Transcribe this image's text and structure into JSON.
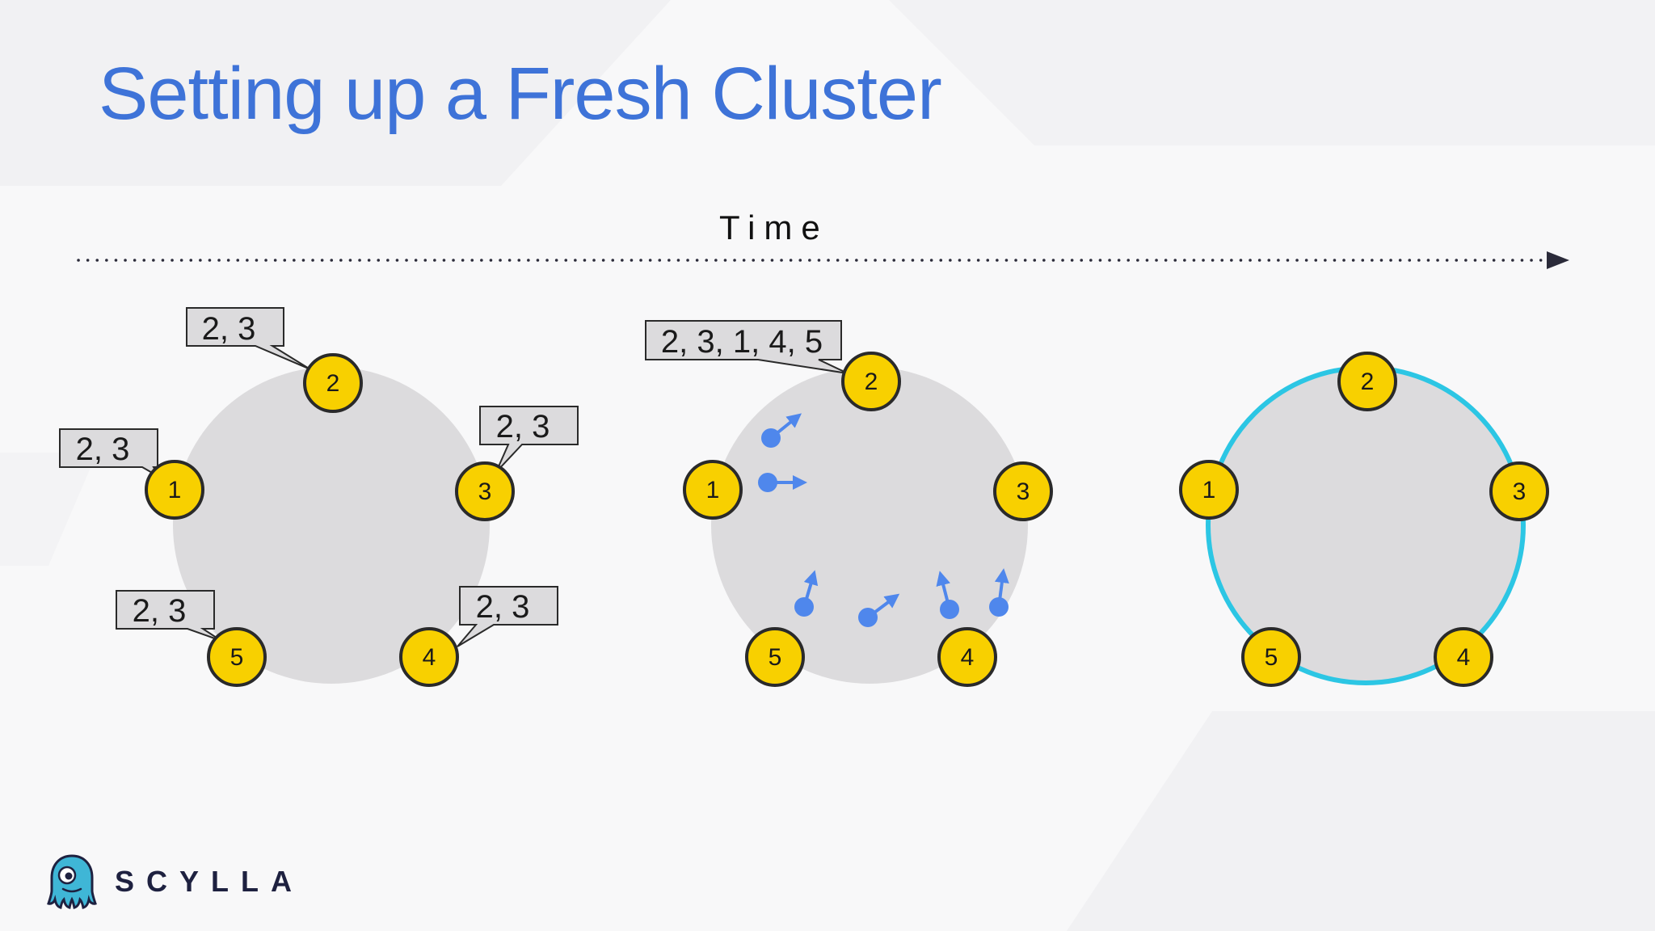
{
  "slide": {
    "title": "Setting up a Fresh Cluster",
    "time_label": "Time"
  },
  "logo": {
    "wordmark": "SCYLLA",
    "icon": "scylla-monster-icon"
  },
  "colors": {
    "title": "#3e73d8",
    "node_fill": "#f8d000",
    "node_stroke": "#2a2a2a",
    "ring_fill": "#dcdbdd",
    "ring_stroke_final": "#2cc6e4",
    "gossip_dots": "#4f87ec",
    "callout_fill": "#dcdbdd",
    "logo_teal": "#3fb6d6",
    "logo_text": "#1e2140"
  },
  "stages": [
    {
      "nodes": [
        "1",
        "2",
        "3",
        "4",
        "5"
      ],
      "callouts": {
        "n1": "2, 3",
        "n2": "2, 3",
        "n3": "2, 3",
        "n4": "2, 3",
        "n5": "2, 3"
      }
    },
    {
      "nodes": [
        "1",
        "2",
        "3",
        "4",
        "5"
      ],
      "callouts": {
        "n2": "2, 3, 1, 4, 5"
      }
    },
    {
      "nodes": [
        "1",
        "2",
        "3",
        "4",
        "5"
      ]
    }
  ]
}
